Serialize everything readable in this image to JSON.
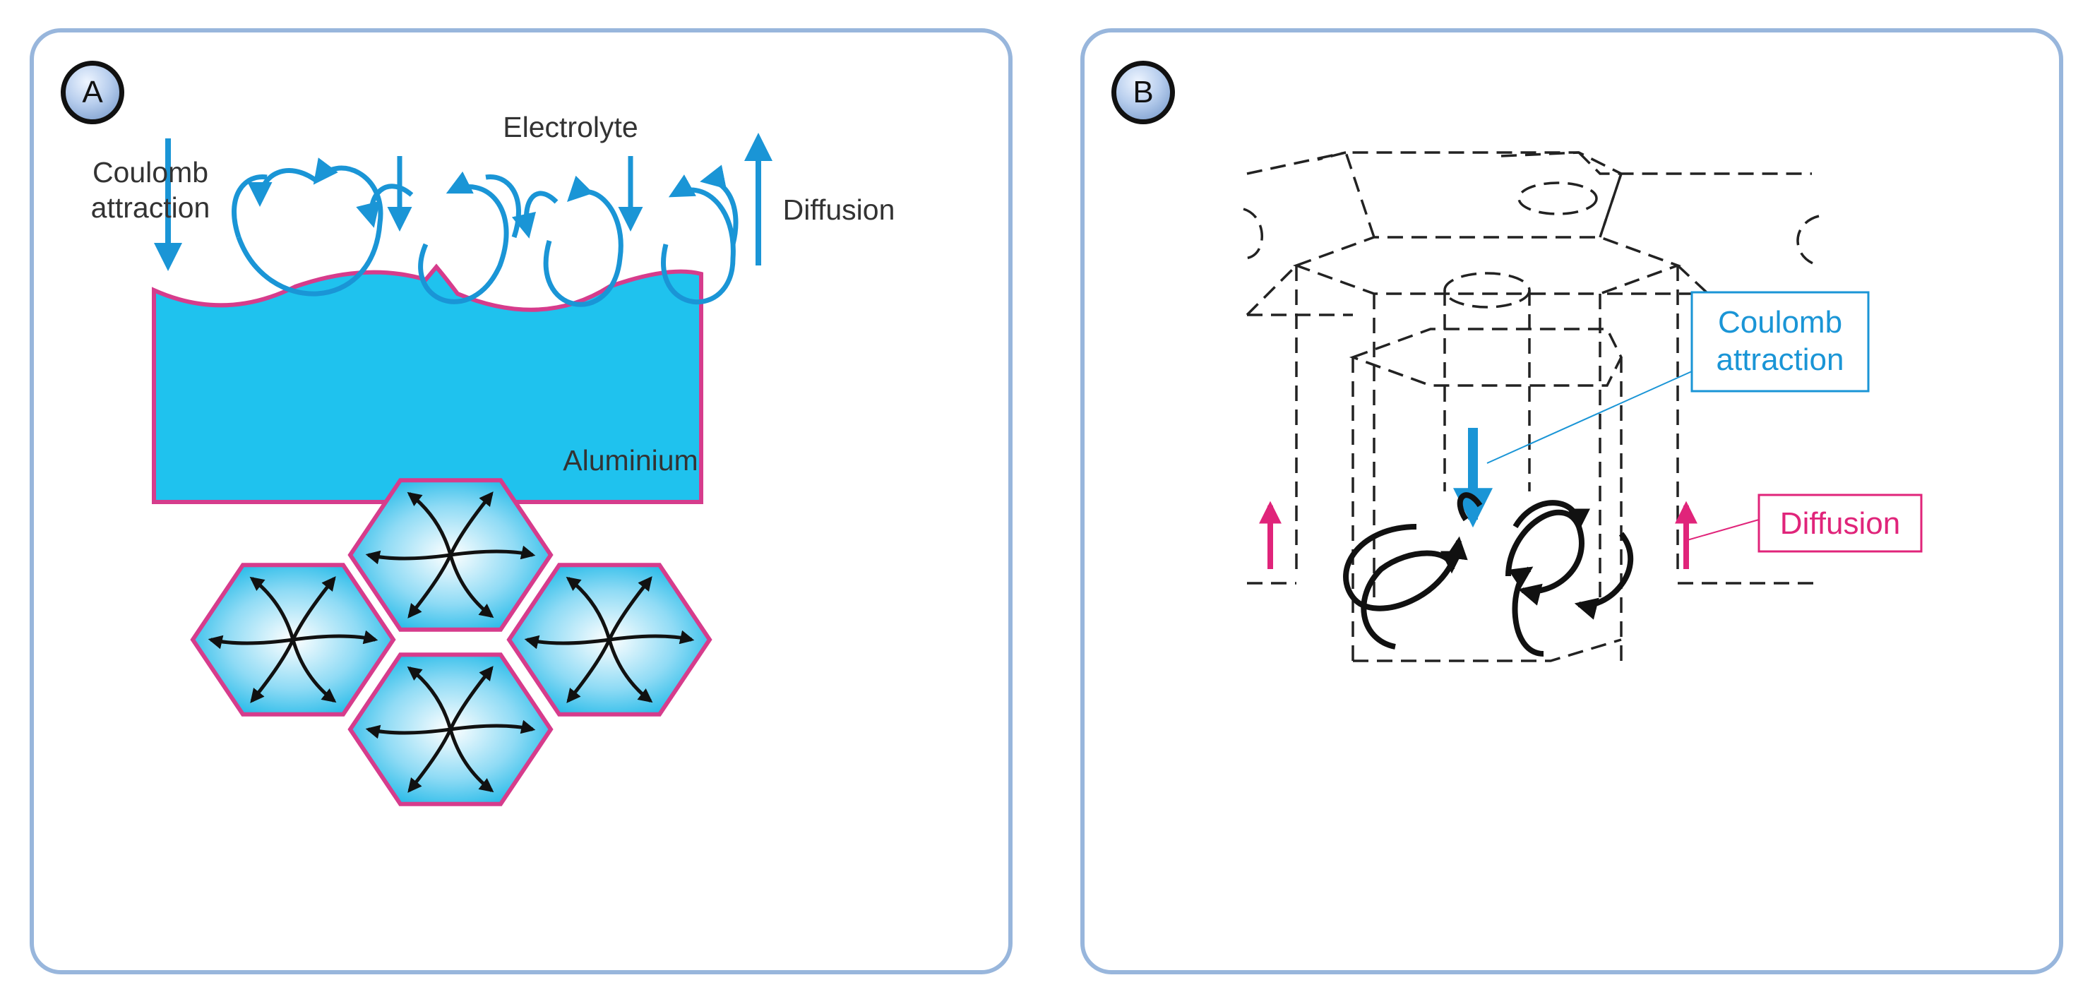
{
  "panel_a": {
    "badge": "A",
    "labels": {
      "coulomb_line1": "Coulomb",
      "coulomb_line2": "attraction",
      "electrolyte": "Electrolyte",
      "diffusion": "Diffusion",
      "aluminium": "Aluminium"
    }
  },
  "panel_b": {
    "badge": "B",
    "callouts": {
      "coulomb_line1": "Coulomb",
      "coulomb_line2": "attraction",
      "diffusion": "Diffusion"
    }
  },
  "colors": {
    "frame": "#98b6dc",
    "coulomb_blue": "#1a95d6",
    "diffusion_pink": "#e0247a",
    "aluminium_fill": "#1fc2ee",
    "aluminium_border": "#d63c8c"
  }
}
